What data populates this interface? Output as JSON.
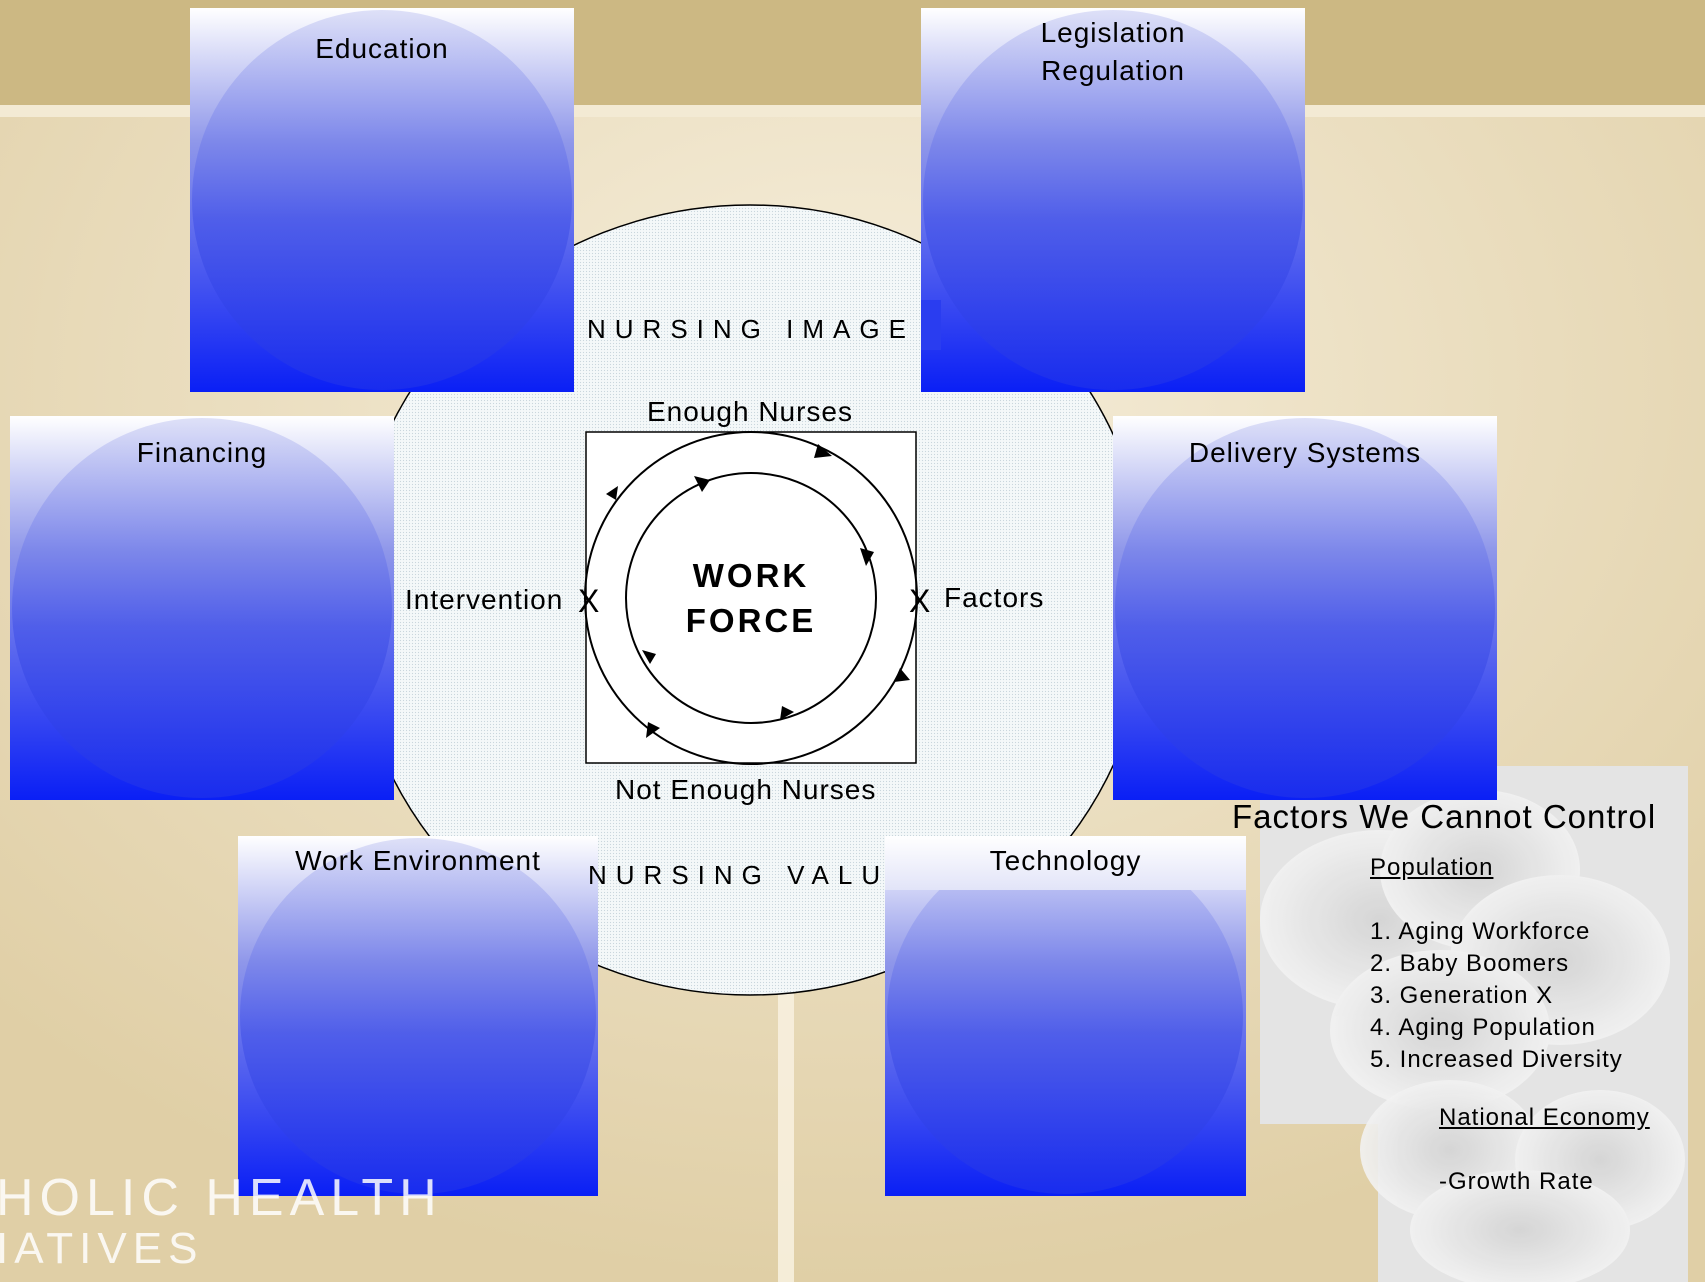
{
  "background": {
    "header_color": "#ccb883",
    "page_color": "#e7d8b4",
    "logo_line1": "HOLIC HEALTH",
    "logo_line2": "IATIVES"
  },
  "diagram": {
    "ring_top_text": "NURSING IMAGE",
    "ring_bottom_text": "NURSING VALUE",
    "top_label": "Enough Nurses",
    "bottom_label": "Not Enough Nurses",
    "left_label": "Intervention",
    "right_label": "Factors",
    "marker_symbol": "X",
    "center_line1": "WORK",
    "center_line2": "FORCE"
  },
  "boxes": {
    "education": "Education",
    "legislation_line1": "Legislation",
    "legislation_line2": "Regulation",
    "financing": "Financing",
    "delivery": "Delivery Systems",
    "work_environment": "Work Environment",
    "technology": "Technology"
  },
  "panel": {
    "title": "Factors We Cannot Control",
    "population_heading": "Population",
    "population_items": [
      "1.  Aging Workforce",
      "2.  Baby Boomers",
      "3.  Generation X",
      "4.  Aging Population",
      "5.  Increased Diversity"
    ],
    "economy_heading": "National Economy",
    "economy_item": "-Growth Rate"
  },
  "colors": {
    "box_top": "#ffffff",
    "box_bottom": "#0a1ff5",
    "ring_fill": "#eef4f6"
  }
}
